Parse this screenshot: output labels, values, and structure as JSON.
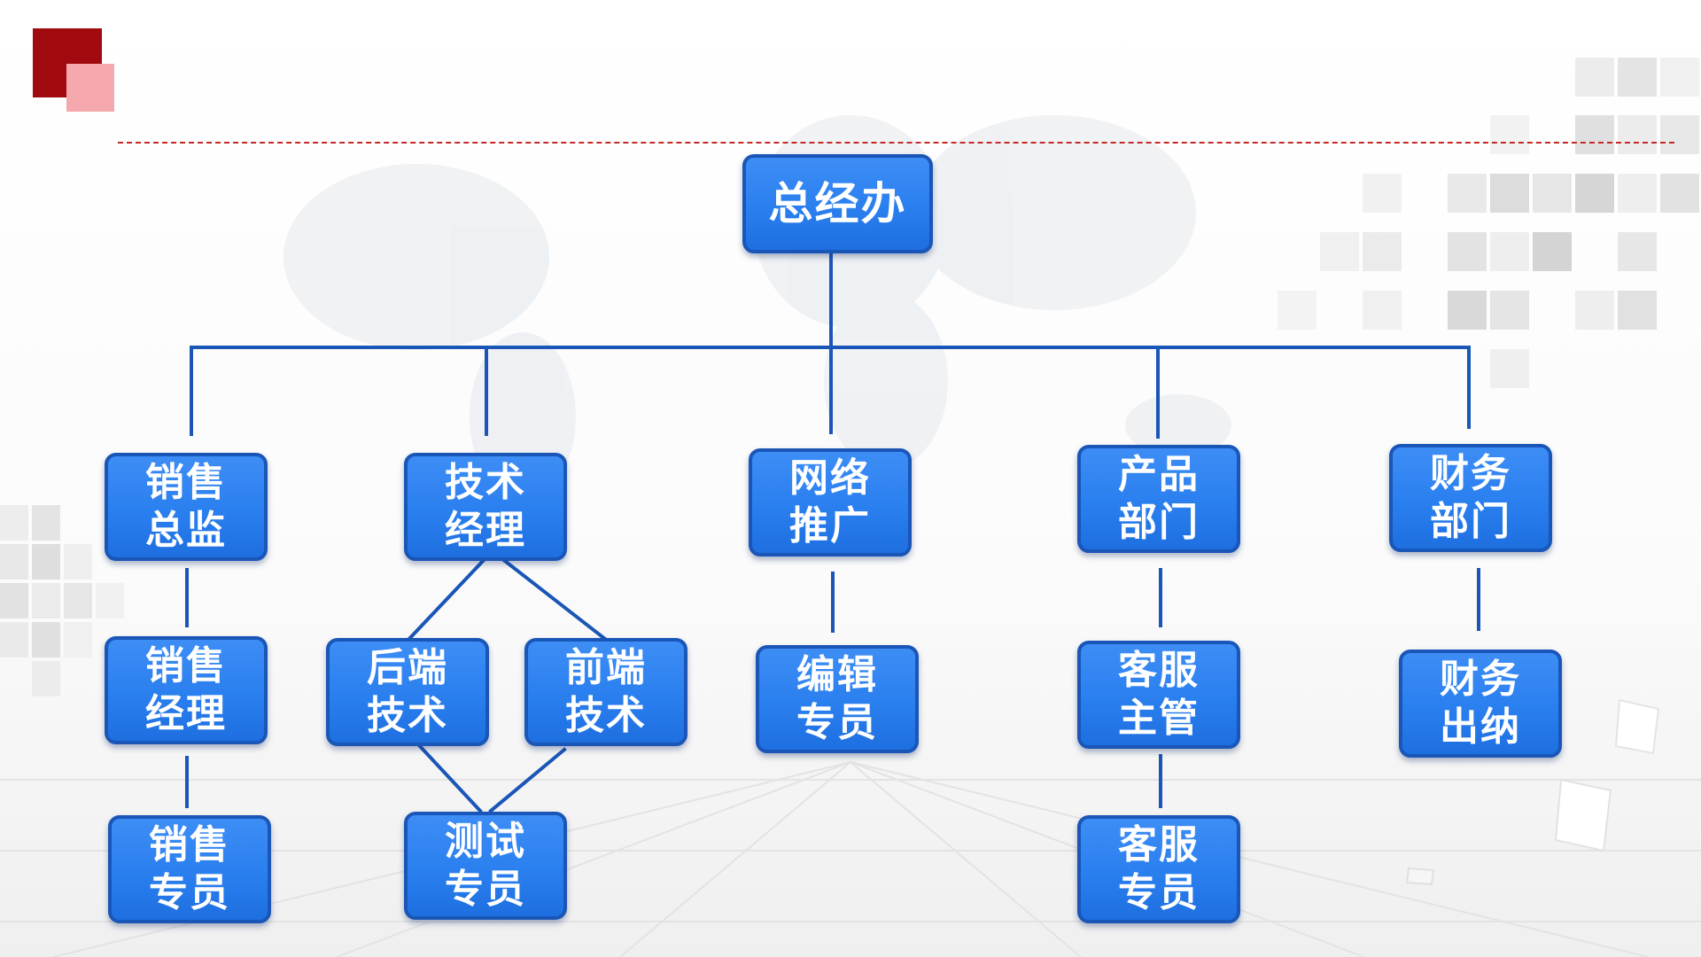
{
  "org_chart": {
    "root": {
      "label": "总经办"
    },
    "sales": {
      "director": {
        "line1": "销售",
        "line2": "总监"
      },
      "manager": {
        "line1": "销售",
        "line2": "经理"
      },
      "specialist": {
        "line1": "销售",
        "line2": "专员"
      }
    },
    "tech": {
      "manager": {
        "line1": "技术",
        "line2": "经理"
      },
      "backend": {
        "line1": "后端",
        "line2": "技术"
      },
      "frontend": {
        "line1": "前端",
        "line2": "技术"
      },
      "tester": {
        "line1": "测试",
        "line2": "专员"
      }
    },
    "marketing": {
      "promotion": {
        "line1": "网络",
        "line2": "推广"
      },
      "editor": {
        "line1": "编辑",
        "line2": "专员"
      }
    },
    "product": {
      "department": {
        "line1": "产品",
        "line2": "部门"
      },
      "cs_supervisor": {
        "line1": "客服",
        "line2": "主管"
      },
      "cs_specialist": {
        "line1": "客服",
        "line2": "专员"
      }
    },
    "finance": {
      "department": {
        "line1": "财务",
        "line2": "部门"
      },
      "cashier": {
        "line1": "财务",
        "line2": "出纳"
      }
    }
  },
  "colors": {
    "node_fill": "#2a7fef",
    "node_border": "#1a56b7",
    "connector": "#1a56b7",
    "logo_dark": "#a10a0f",
    "logo_light": "#f5a8ad",
    "divider": "#c62828"
  }
}
